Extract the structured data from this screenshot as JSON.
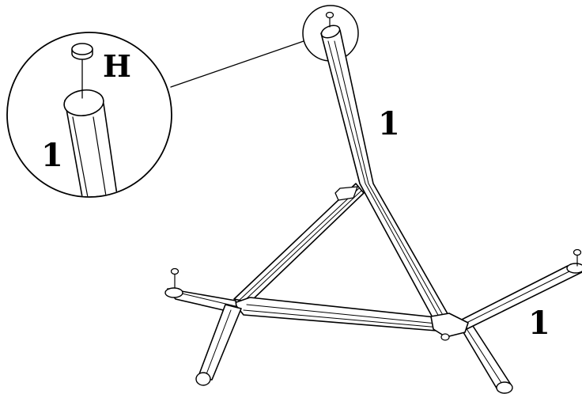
{
  "diagram": {
    "callout_part_label": "H",
    "callout_leg_label": "1",
    "leg_labels": [
      "1",
      "1"
    ]
  },
  "colors": {
    "line": "#000000",
    "background": "#ffffff"
  }
}
